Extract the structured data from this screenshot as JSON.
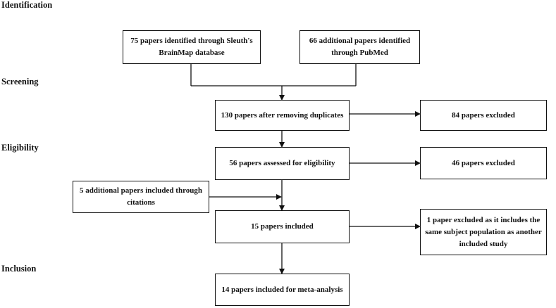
{
  "stages": {
    "identification": "Identification",
    "screening": "Screening",
    "eligibility": "Eligibility",
    "inclusion": "Inclusion"
  },
  "boxes": {
    "brainmap": "75 papers identified through Sleuth's BrainMap database",
    "pubmed": "66 additional papers identified through PubMed",
    "after_duplicates": "130 papers after removing duplicates",
    "excluded_84": "84 papers excluded",
    "assessed": "56 papers assessed for eligibility",
    "excluded_46": "46 papers excluded",
    "citations": "5 additional papers included through citations",
    "included_15": "15 papers included",
    "excluded_1": "1 paper excluded as it includes the same subject population as another included study",
    "final": "14 papers included for meta-analysis"
  },
  "colors": {
    "line": "#111111",
    "text": "#111111",
    "background": "#ffffff"
  }
}
